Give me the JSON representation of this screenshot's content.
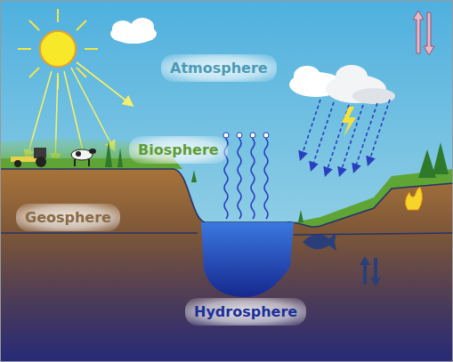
{
  "diagram": {
    "labels": [
      "Atmosphere",
      "Biosphere",
      "Geosphere",
      "Hydrosphere"
    ]
  }
}
